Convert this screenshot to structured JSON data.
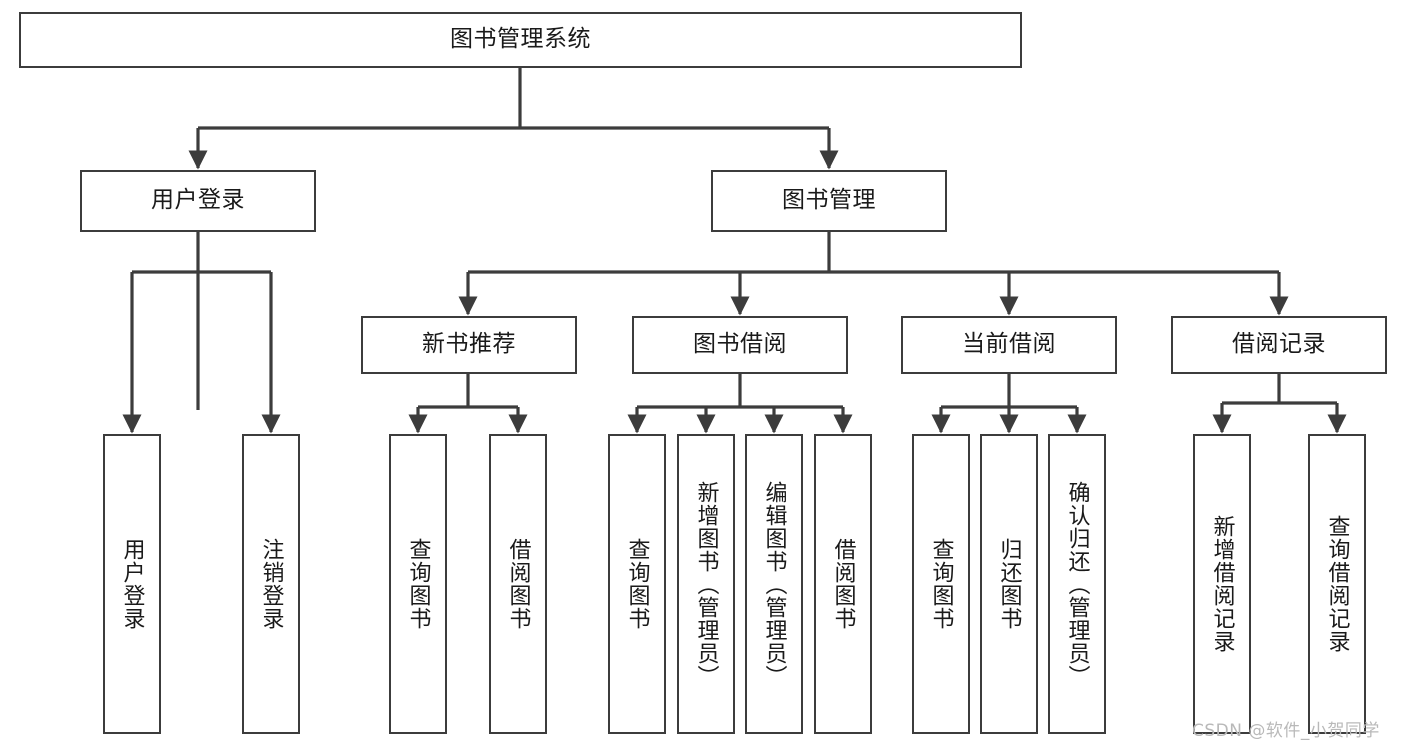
{
  "diagram": {
    "title": "图书管理系统",
    "type": "tree-hierarchy",
    "root": {
      "label": "图书管理系统"
    },
    "level2": [
      {
        "label": "用户登录"
      },
      {
        "label": "图书管理"
      }
    ],
    "level3": [
      {
        "label": "新书推荐"
      },
      {
        "label": "图书借阅"
      },
      {
        "label": "当前借阅"
      },
      {
        "label": "借阅记录"
      }
    ],
    "leaves": {
      "user_login": [
        {
          "label": "用户登录"
        },
        {
          "label": "注销登录"
        }
      ],
      "new_book_recommend": [
        {
          "label": "查询图书"
        },
        {
          "label": "借阅图书"
        }
      ],
      "book_borrow": [
        {
          "label": "查询图书"
        },
        {
          "label": "新增图书（管理员）"
        },
        {
          "label": "编辑图书（管理员）"
        },
        {
          "label": "借阅图书"
        }
      ],
      "current_borrow": [
        {
          "label": "查询图书"
        },
        {
          "label": "归还图书"
        },
        {
          "label": "确认归还（管理员）"
        }
      ],
      "borrow_record": [
        {
          "label": "新增借阅记录"
        },
        {
          "label": "查询借阅记录"
        }
      ]
    }
  },
  "watermark": {
    "text": "CSDN @软件_小贺同学"
  },
  "colors": {
    "line": "#3c3c3c",
    "box_border": "#3c3c3c",
    "box_fill": "#ffffff",
    "text": "#1a1a1a",
    "watermark": "#b9b9b9",
    "background": "#ffffff"
  }
}
